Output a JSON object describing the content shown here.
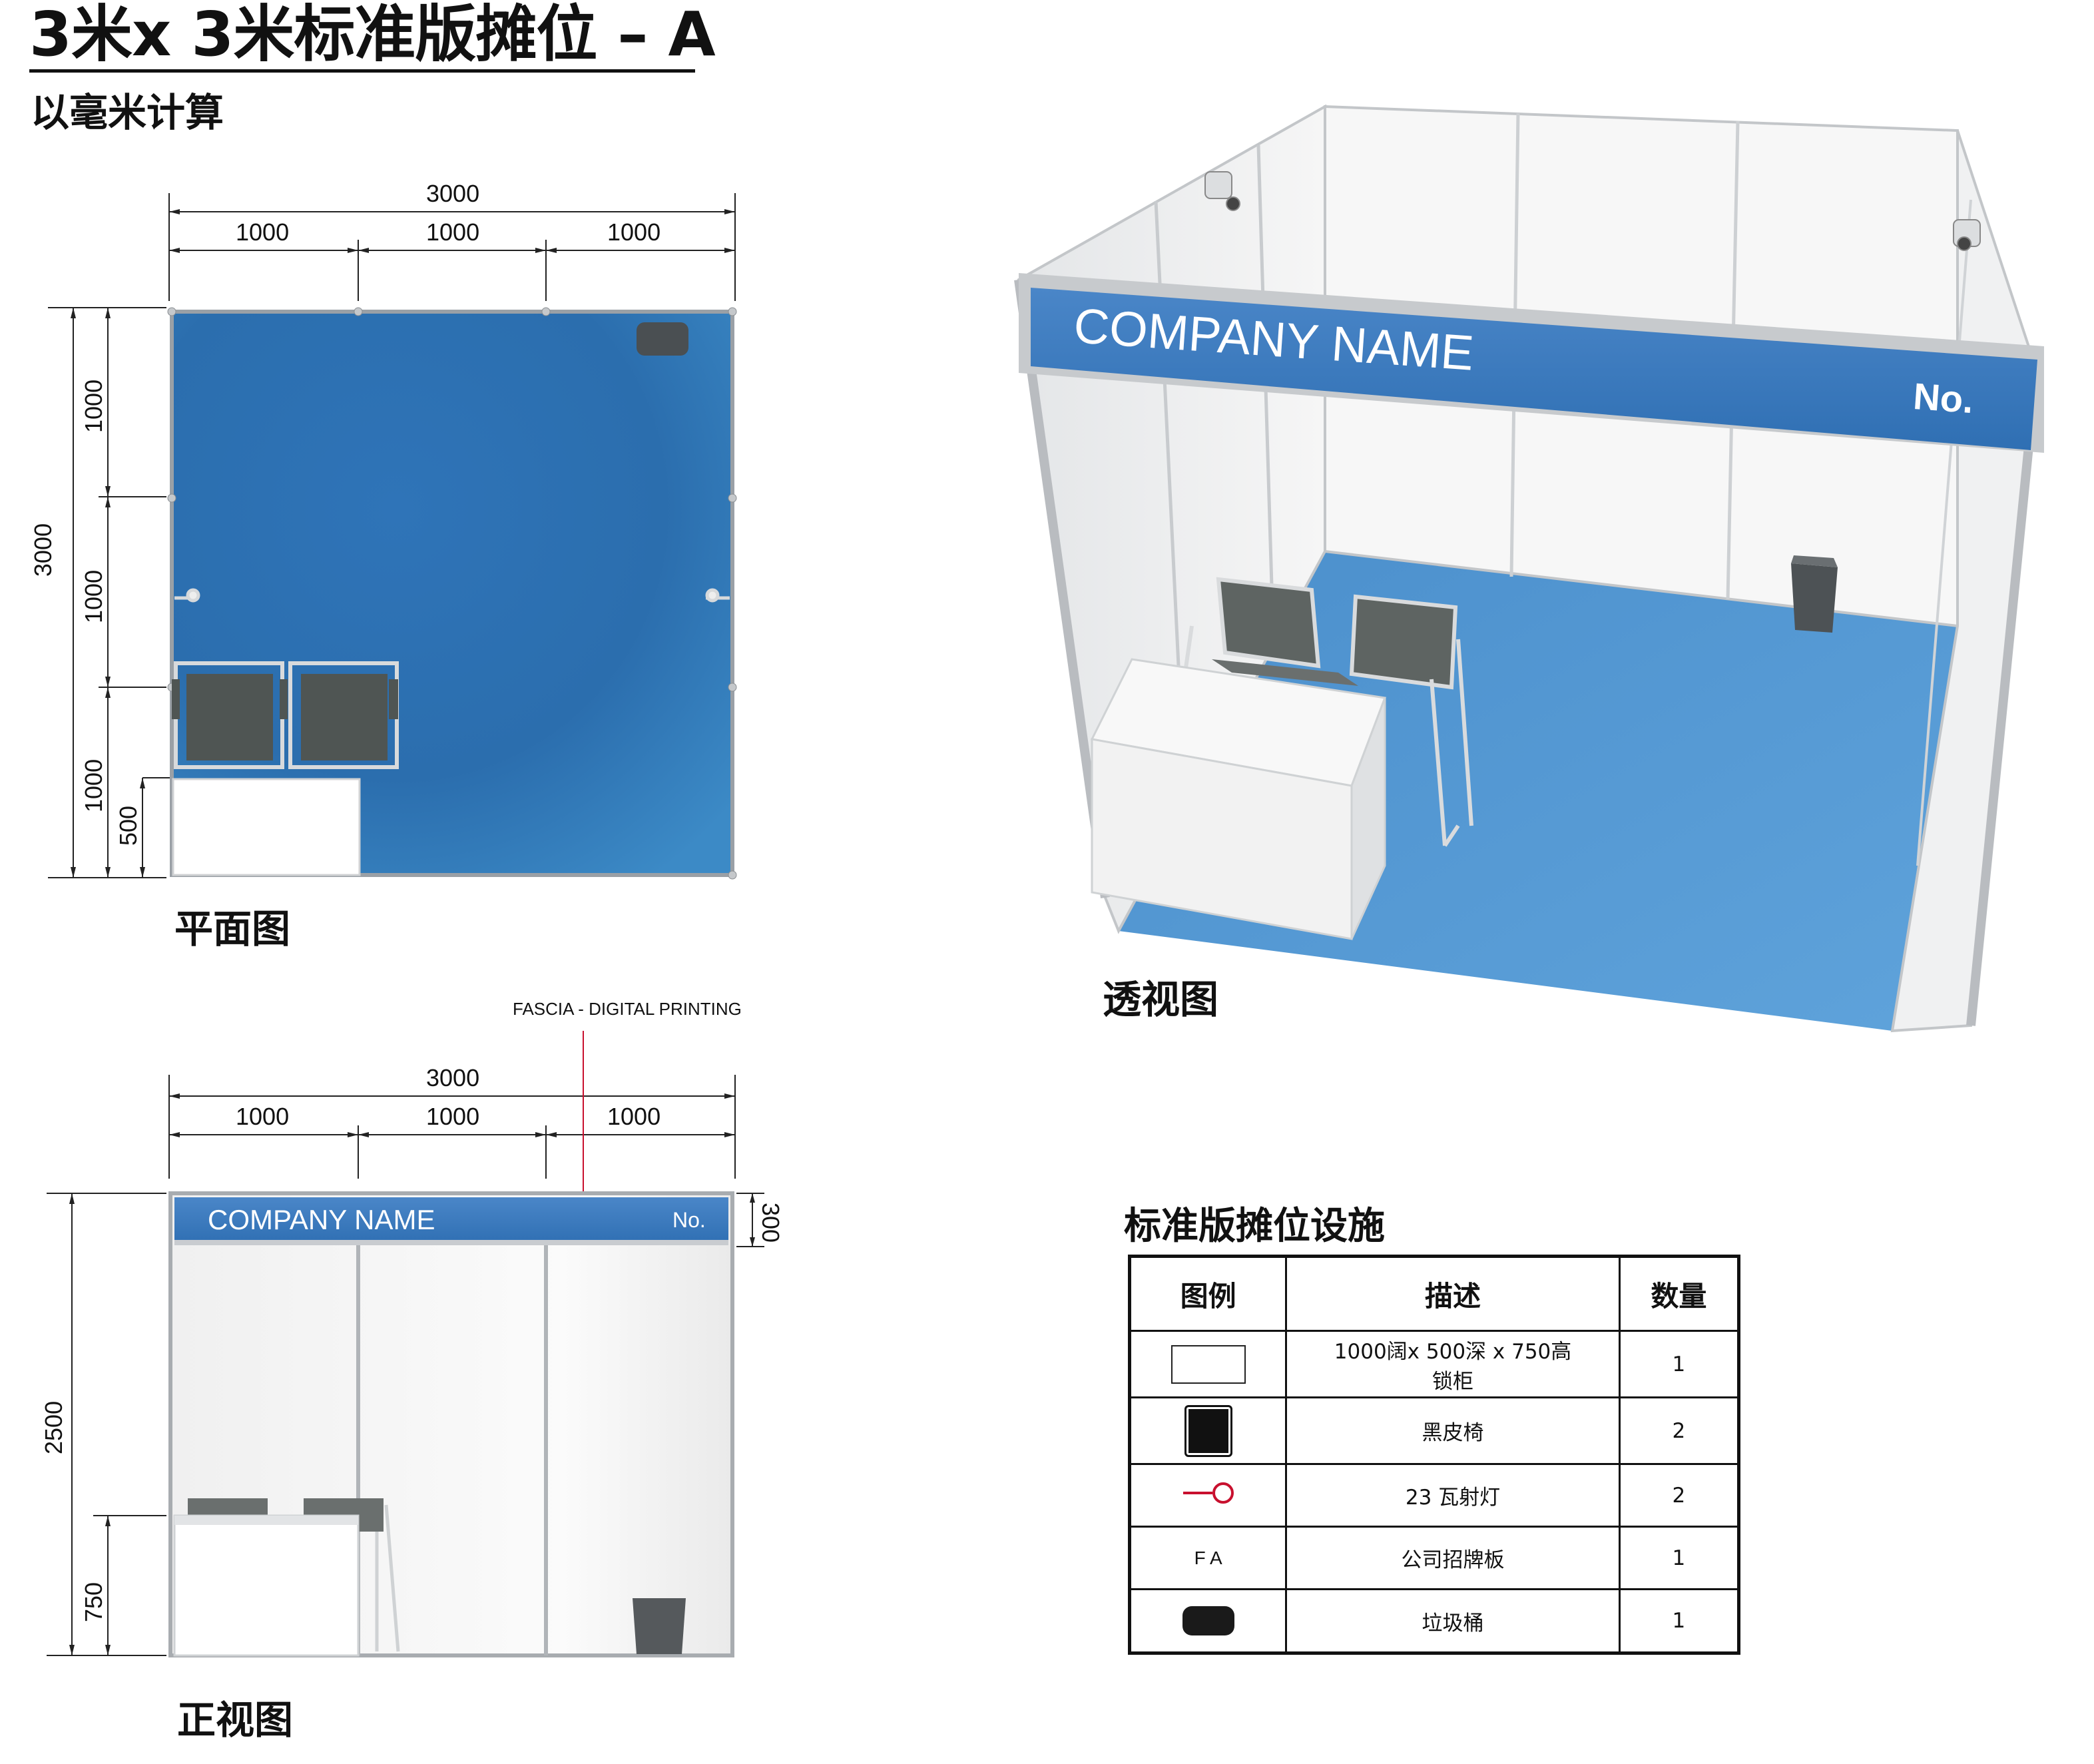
{
  "header": {
    "title": "3米x 3米标准版摊位 – A",
    "subtitle": "以毫米计算"
  },
  "plan": {
    "caption": "平面图",
    "width_total": "3000",
    "width_segments": [
      "1000",
      "1000",
      "1000"
    ],
    "depth_total": "3000",
    "depth_segments": [
      "1000",
      "1000",
      "1000"
    ],
    "cabinet_depth": "500"
  },
  "front": {
    "caption": "正视图",
    "note": "FASCIA - DIGITAL PRINTING",
    "width_total": "3000",
    "width_segments": [
      "1000",
      "1000",
      "1000"
    ],
    "height_total": "2500",
    "fascia_height": "300",
    "counter_height": "750",
    "fascia_company": "COMPANY NAME",
    "fascia_no": "No."
  },
  "perspective": {
    "caption": "透视图",
    "fascia_company": "COMPANY NAME",
    "fascia_no": "No."
  },
  "legend": {
    "title": "标准版摊位设施",
    "headers": [
      "图例",
      "描述",
      "数量"
    ],
    "rows": [
      {
        "icon": "cabinet-icon",
        "desc_line1": "1000阔x 500深 x 750高",
        "desc_line2": "锁柜",
        "qty": "1"
      },
      {
        "icon": "black-chair-icon",
        "desc_line1": "黑皮椅",
        "qty": "2"
      },
      {
        "icon": "spotlight-icon",
        "desc_line1": "23 瓦射灯",
        "qty": "2"
      },
      {
        "icon": "fascia-icon",
        "icon_text": "F A",
        "desc_line1": "公司招牌板",
        "qty": "1"
      },
      {
        "icon": "waste-bin-icon",
        "desc_line1": "垃圾桶",
        "qty": "1"
      }
    ]
  },
  "colors": {
    "carpet": "#3a7fc0",
    "fascia": "#3d7cc0",
    "panel": "#f4f4f4",
    "frame": "#b9bcc0",
    "chair": "#555a58",
    "spotlight": "#c8102e"
  }
}
